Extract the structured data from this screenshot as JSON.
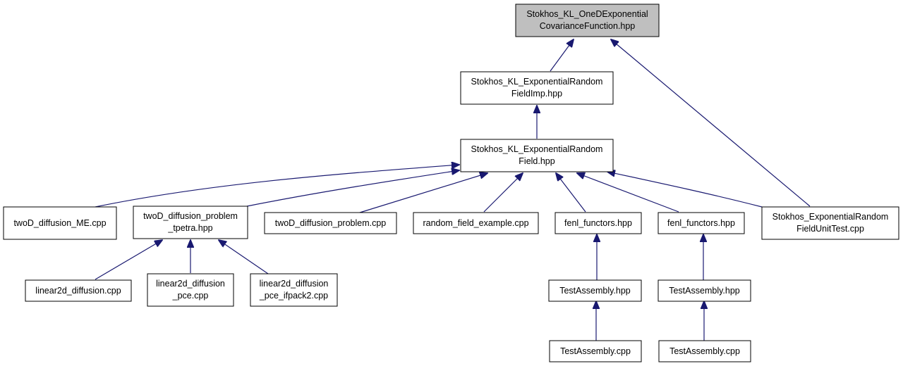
{
  "colors": {
    "edge": "#191970",
    "node_border": "#000000",
    "node_fill": "#ffffff",
    "root_fill": "#bfbfbf"
  },
  "nodes": {
    "root": {
      "lines": [
        "Stokhos_KL_OneDExponential",
        "CovarianceFunction.hpp"
      ]
    },
    "imp": {
      "lines": [
        "Stokhos_KL_ExponentialRandom",
        "FieldImp.hpp"
      ]
    },
    "field": {
      "lines": [
        "Stokhos_KL_ExponentialRandom",
        "Field.hpp"
      ]
    },
    "me": {
      "lines": [
        "twoD_diffusion_ME.cpp"
      ]
    },
    "tpetra": {
      "lines": [
        "twoD_diffusion_problem",
        "_tpetra.hpp"
      ]
    },
    "problem": {
      "lines": [
        "twoD_diffusion_problem.cpp"
      ]
    },
    "random": {
      "lines": [
        "random_field_example.cpp"
      ]
    },
    "fenl1": {
      "lines": [
        "fenl_functors.hpp"
      ]
    },
    "fenl2": {
      "lines": [
        "fenl_functors.hpp"
      ]
    },
    "unittest": {
      "lines": [
        "Stokhos_ExponentialRandom",
        "FieldUnitTest.cpp"
      ]
    },
    "lin2d": {
      "lines": [
        "linear2d_diffusion.cpp"
      ]
    },
    "lin2dpce": {
      "lines": [
        "linear2d_diffusion",
        "_pce.cpp"
      ]
    },
    "lin2difp": {
      "lines": [
        "linear2d_diffusion",
        "_pce_ifpack2.cpp"
      ]
    },
    "ta1": {
      "lines": [
        "TestAssembly.hpp"
      ]
    },
    "ta2": {
      "lines": [
        "TestAssembly.hpp"
      ]
    },
    "tc1": {
      "lines": [
        "TestAssembly.cpp"
      ]
    },
    "tc2": {
      "lines": [
        "TestAssembly.cpp"
      ]
    }
  }
}
